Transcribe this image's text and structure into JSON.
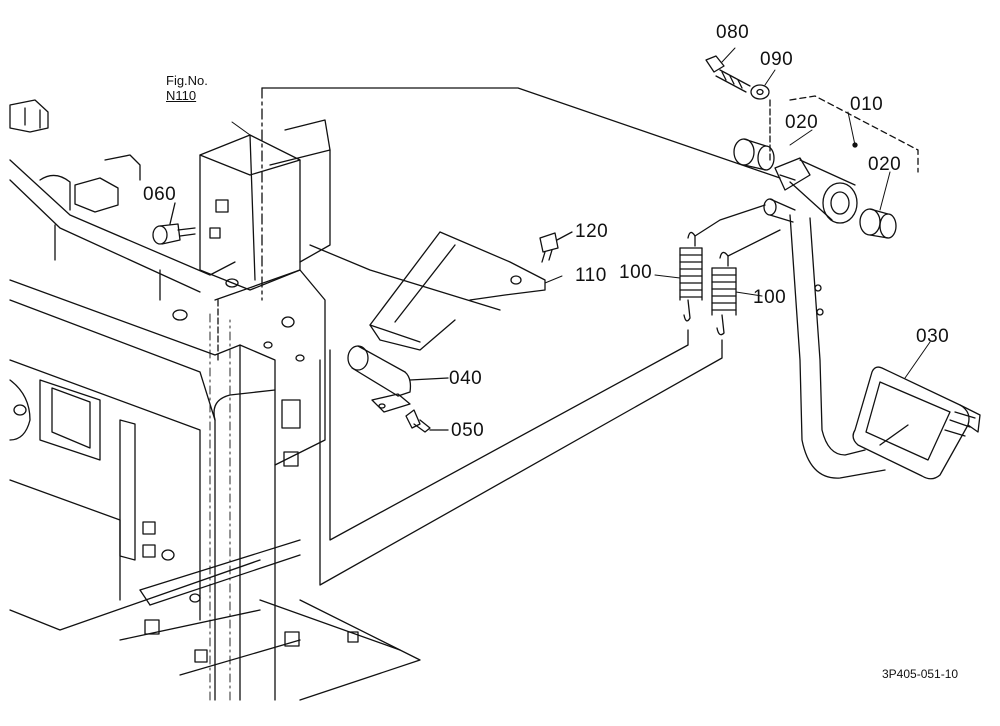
{
  "figure_reference": {
    "line1": "Fig.No.",
    "line2": "N110"
  },
  "drawing_code": "3P405-051-10",
  "parts": [
    {
      "id": "080",
      "label": "080"
    },
    {
      "id": "090",
      "label": "090"
    },
    {
      "id": "010",
      "label": "010"
    },
    {
      "id": "020a",
      "label": "020"
    },
    {
      "id": "020b",
      "label": "020"
    },
    {
      "id": "060",
      "label": "060"
    },
    {
      "id": "120",
      "label": "120"
    },
    {
      "id": "110",
      "label": "110"
    },
    {
      "id": "100a",
      "label": "100"
    },
    {
      "id": "100b",
      "label": "100"
    },
    {
      "id": "030",
      "label": "030"
    },
    {
      "id": "040",
      "label": "040"
    },
    {
      "id": "050",
      "label": "050"
    }
  ]
}
